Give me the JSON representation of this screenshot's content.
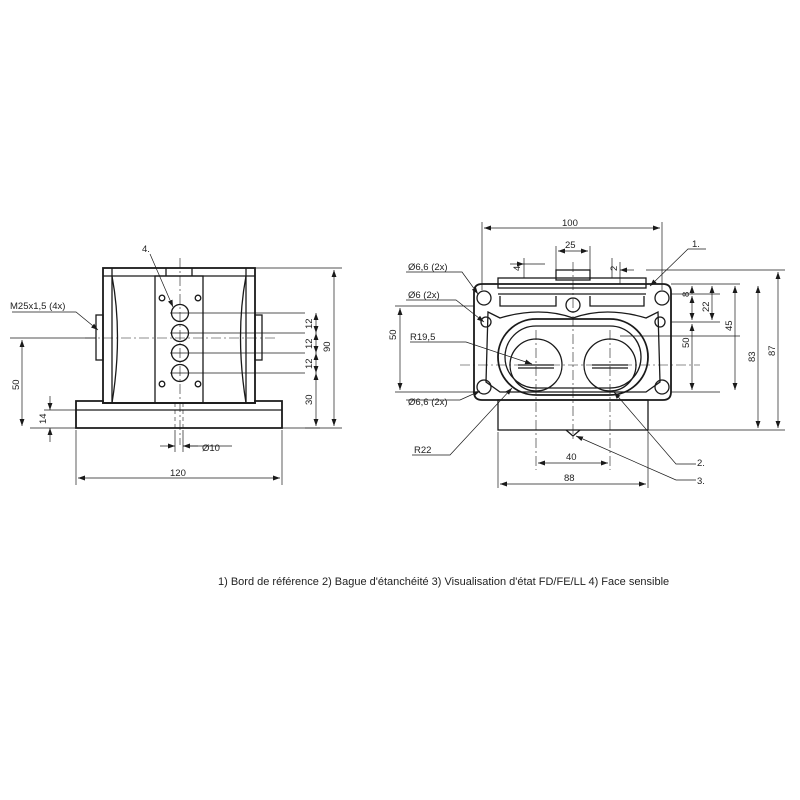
{
  "left_view": {
    "callout_face": "4.",
    "thread_label": "M25x1,5 (4x)",
    "dim_12a": "12",
    "dim_12b": "12",
    "dim_12c": "12",
    "dim_90": "90",
    "dim_50": "50",
    "dim_14": "14",
    "dim_30": "30",
    "dim_dia10": "Ø10",
    "dim_120": "120"
  },
  "right_view": {
    "dim_100": "100",
    "dim_25": "25",
    "dim_4": "4",
    "dim_2": "2",
    "callout_1": "1.",
    "dim_8": "8",
    "dim_22": "22",
    "dim_45": "45",
    "dim_50_right": "50",
    "dim_83": "83",
    "dim_87": "87",
    "hole_top": "Ø6,6 (2x)",
    "hole_mid": "Ø6 (2x)",
    "hole_bottom": "Ø6,6 (2x)",
    "dim_50_left": "50",
    "radius_19": "R19,5",
    "radius_22": "R22",
    "dim_40": "40",
    "dim_88": "88",
    "callout_2": "2.",
    "callout_3": "3."
  },
  "legend": "1) Bord de référence  2) Bague d'étanchéité  3) Visualisation d'état FD/FE/LL  4) Face sensible"
}
